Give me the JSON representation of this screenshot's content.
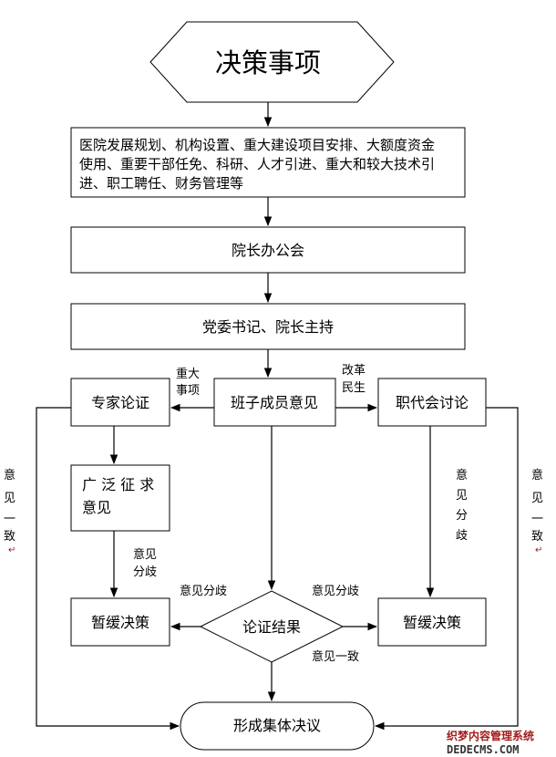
{
  "nodes": {
    "start": "决策事项",
    "scope_lines": [
      "医院发展规划、机构设置、重大建设项目安排、大额度资金",
      "使用、重要干部任免、科研、人才引进、重大和较大技术引",
      "进、职工聘任、财务管理等"
    ],
    "president_office": "院长办公会",
    "party_chair": "党委书记、院长主持",
    "leadership_opinion": "班子成员意见",
    "expert_review": "专家论证",
    "worker_congress": "职代会讨论",
    "broad_consult_lines": [
      "广 泛 征 求",
      "意见"
    ],
    "postpone_left": "暂缓决策",
    "postpone_right": "暂缓决策",
    "review_result": "论证结果",
    "collective": "形成集体决议"
  },
  "edge_labels": {
    "major_items": [
      "重大",
      "事项"
    ],
    "reform_livelihood": [
      "改革",
      "民生"
    ],
    "diverge_a": [
      "意见",
      "分歧"
    ],
    "diverge_b": [
      "意",
      "见",
      "分",
      "歧"
    ],
    "agree_left": [
      "意",
      "见",
      "一",
      "致"
    ],
    "agree_right": [
      "意",
      "见",
      "一",
      "致"
    ],
    "diverge_left": "意见分歧",
    "diverge_right": "意见分歧",
    "agree_bottom": "意见一致"
  },
  "watermark": {
    "line1": "织梦内容管理系统",
    "line2": "DEDECMS.COM"
  }
}
